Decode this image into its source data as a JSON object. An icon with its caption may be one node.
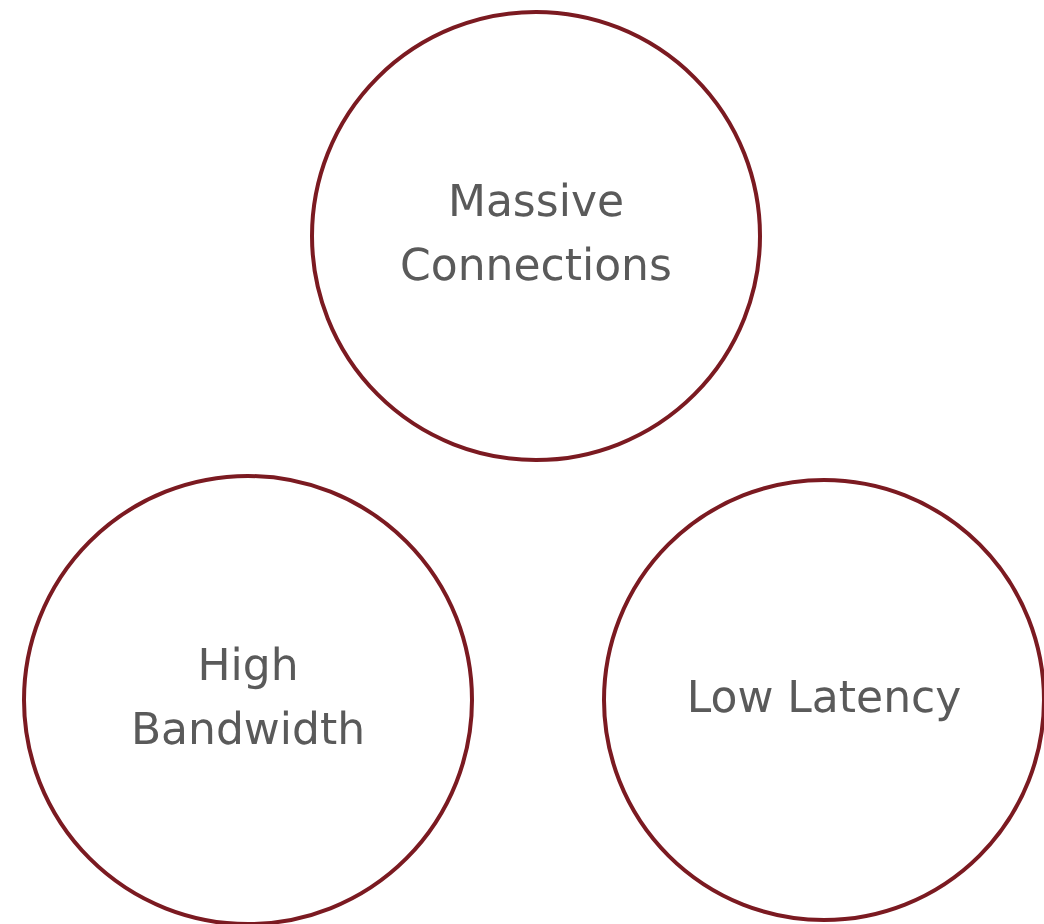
{
  "diagram": {
    "nodes": [
      {
        "text": [
          "Massive Connections"
        ]
      },
      {
        "text": [
          "High Bandwidth"
        ]
      },
      {
        "text": [
          "Low Latency"
        ]
      }
    ]
  }
}
